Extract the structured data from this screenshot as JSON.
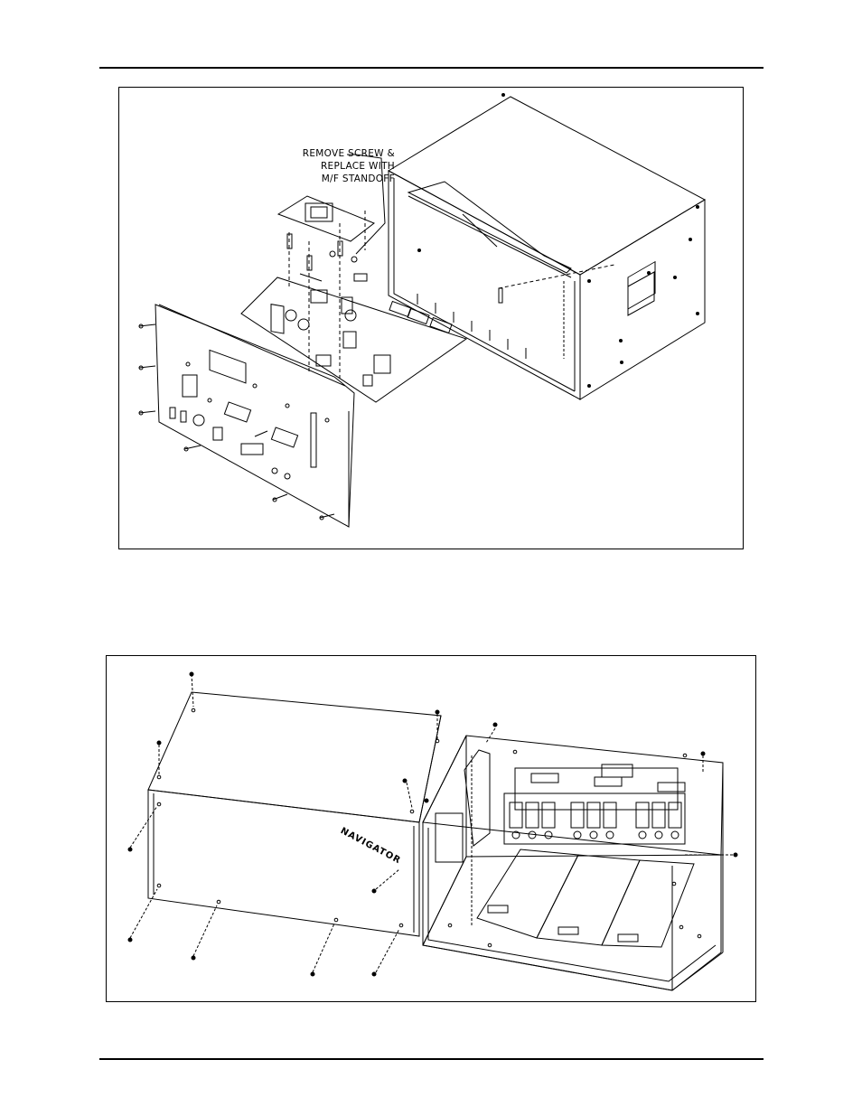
{
  "figure_top": {
    "callout": {
      "line1": "REMOVE SCREW &",
      "line2": "REPLACE WITH",
      "line3": "M/F STANDOFF"
    }
  },
  "figure_bottom": {
    "lettering": "NAVIGATOR"
  }
}
